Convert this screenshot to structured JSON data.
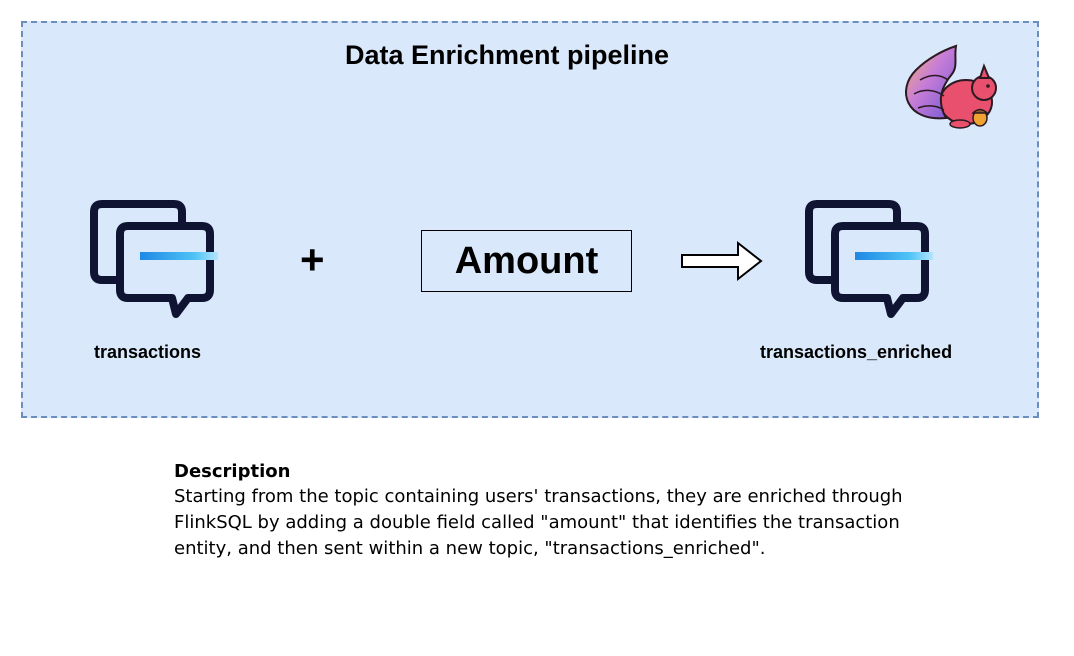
{
  "diagram": {
    "title": "Data Enrichment pipeline",
    "source_topic": {
      "label": "transactions",
      "icon": "topic-chat-icon"
    },
    "operator": "+",
    "field_box": {
      "label": "Amount"
    },
    "arrow_icon": "right-arrow-icon",
    "target_topic": {
      "label": "transactions_enriched",
      "icon": "topic-chat-icon"
    },
    "logo": "flink-squirrel-logo"
  },
  "description": {
    "heading": "Description",
    "body": "Starting from the topic containing users' transactions, they are enriched through FlinkSQL by adding a double field called \"amount\" that identifies the transaction entity, and then sent within a new topic, \"transactions_enriched\"."
  },
  "colors": {
    "box_fill": "#dae8fc",
    "box_border": "#6c8ebf",
    "icon_navy": "#0f1433",
    "icon_blue": "#2a9df4"
  }
}
